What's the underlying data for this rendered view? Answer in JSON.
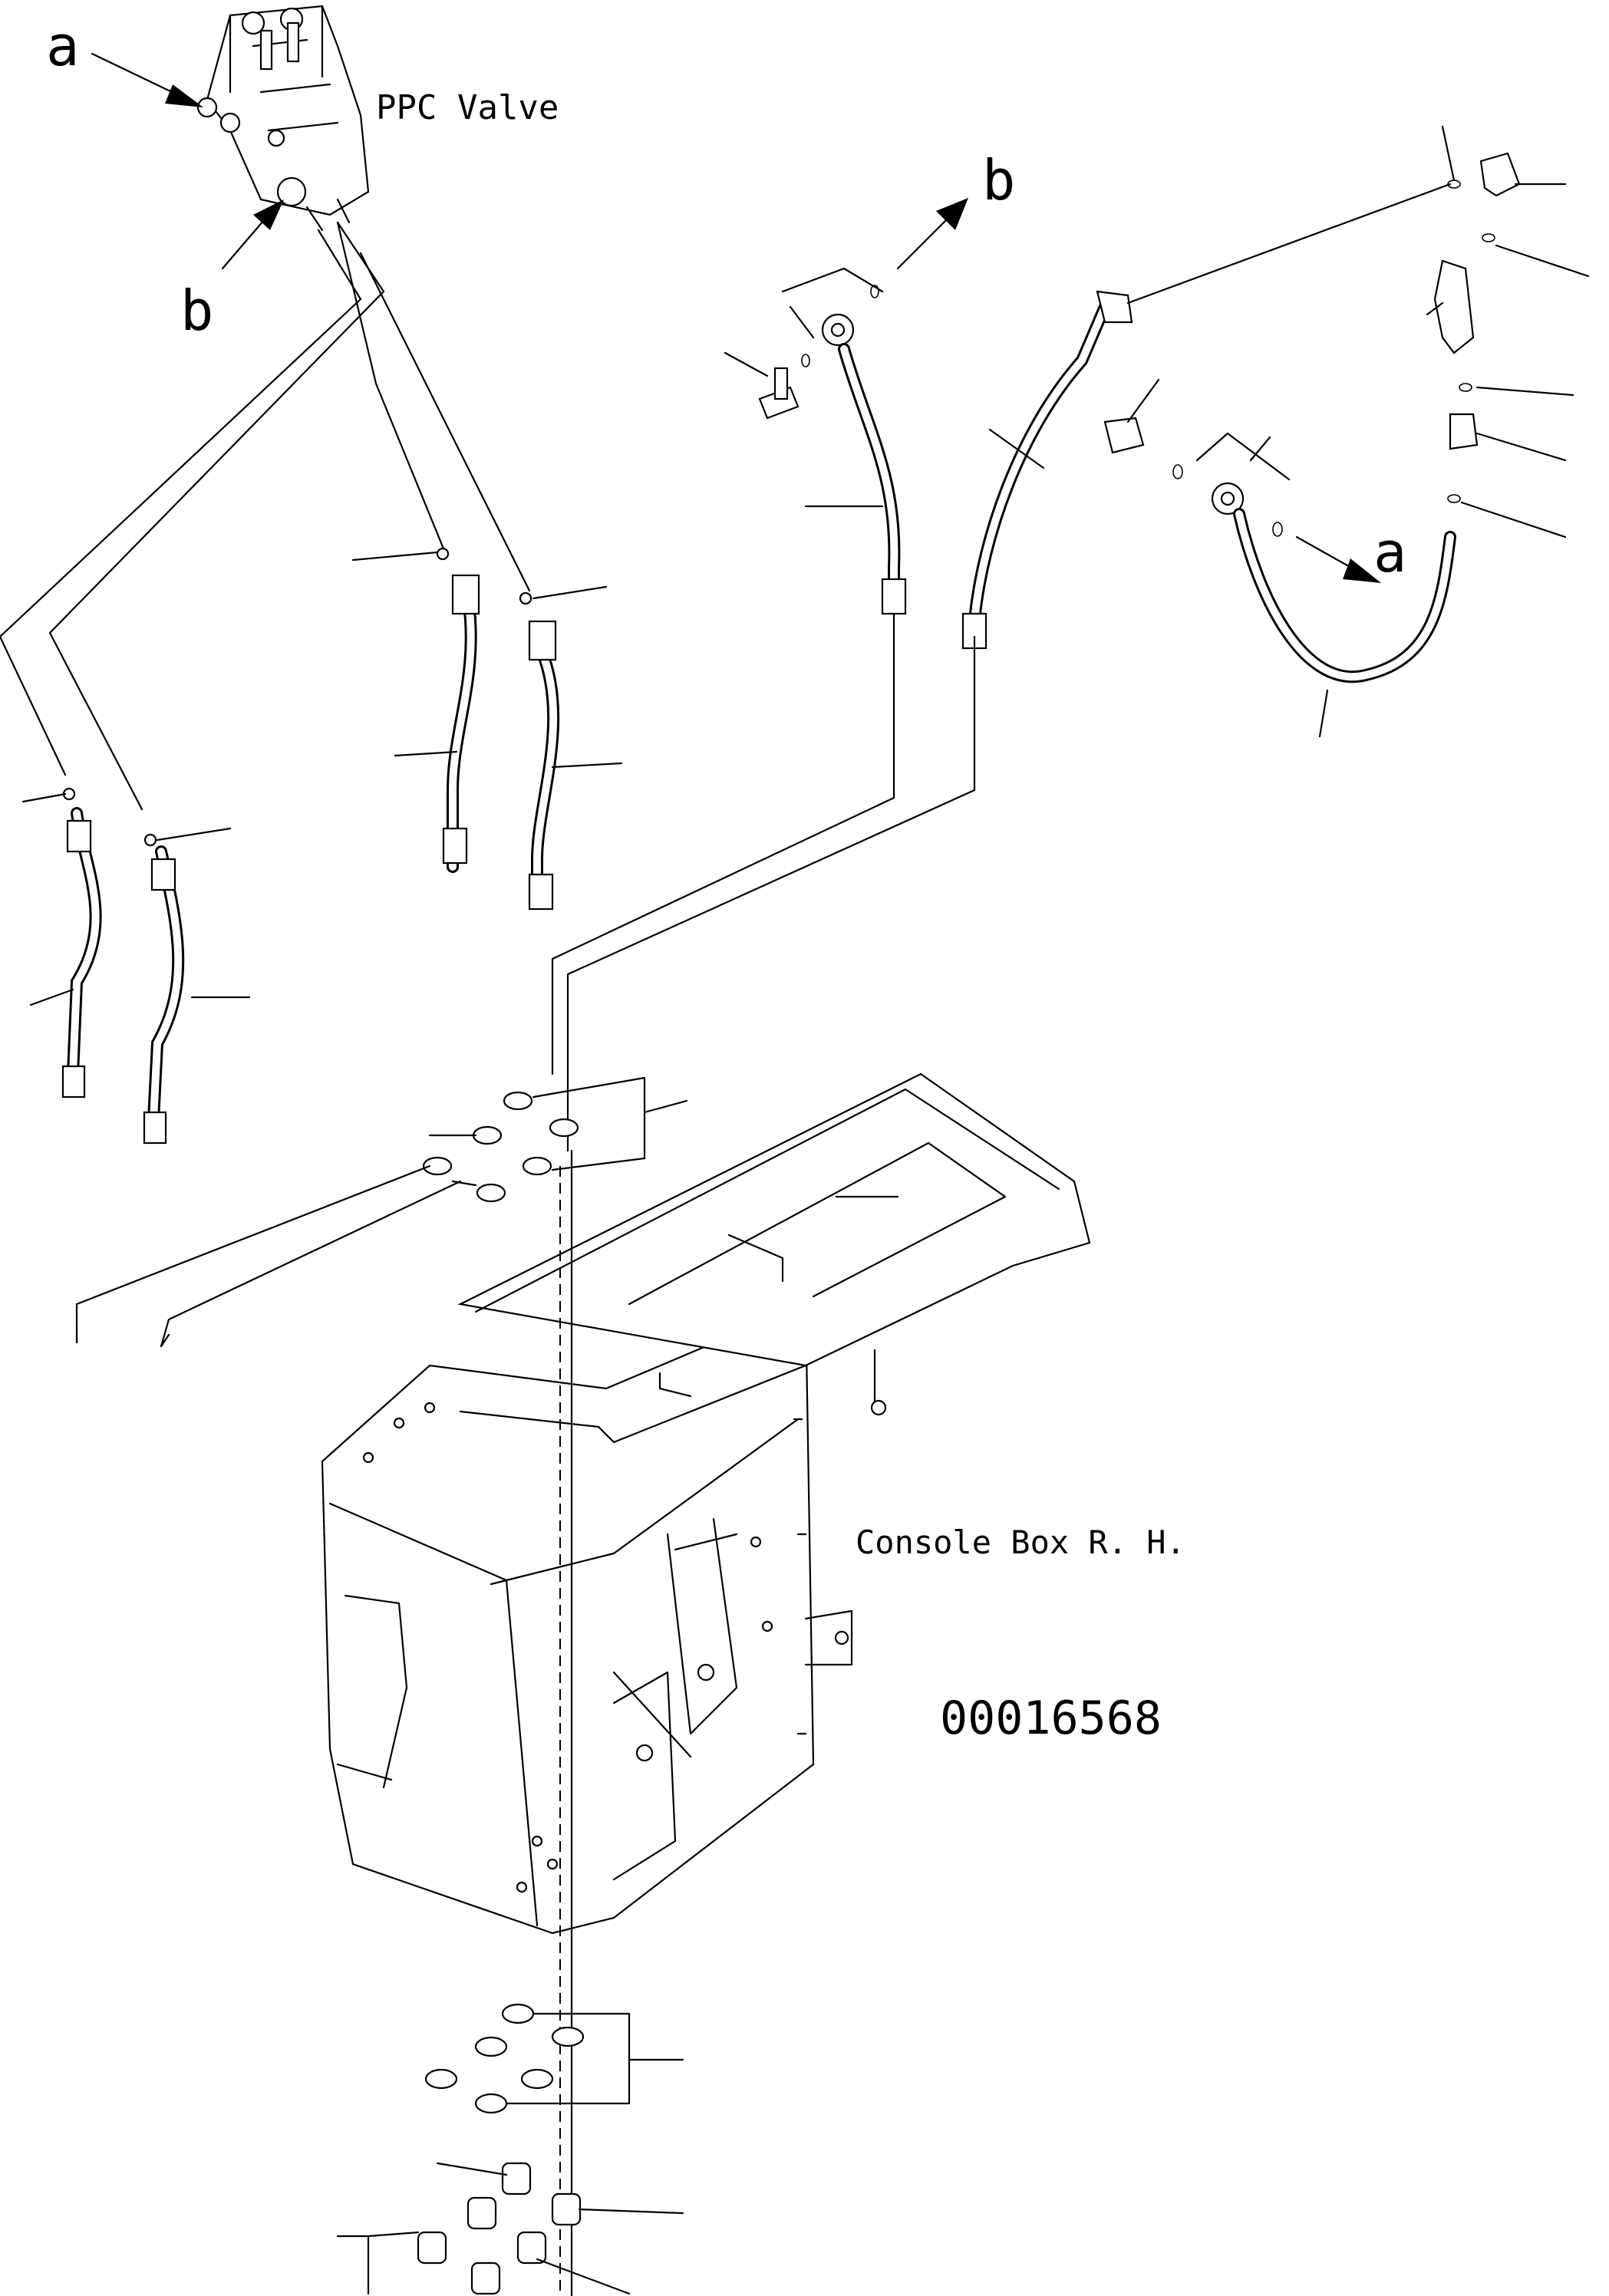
{
  "labels": {
    "ref_a_top": "a",
    "ref_b_left": "b",
    "ref_b_right": "b",
    "ref_a_right": "a",
    "ppc_valve": "PPC Valve",
    "console_box": "Console Box R. H.",
    "drawing_number": "00016568"
  },
  "colors": {
    "line": "#000000",
    "background": "#ffffff"
  },
  "icons": [
    "arrow-icon",
    "hose-icon",
    "o-ring-icon",
    "washer-icon",
    "nut-icon",
    "fitting-icon",
    "valve-icon",
    "console-box-icon"
  ]
}
